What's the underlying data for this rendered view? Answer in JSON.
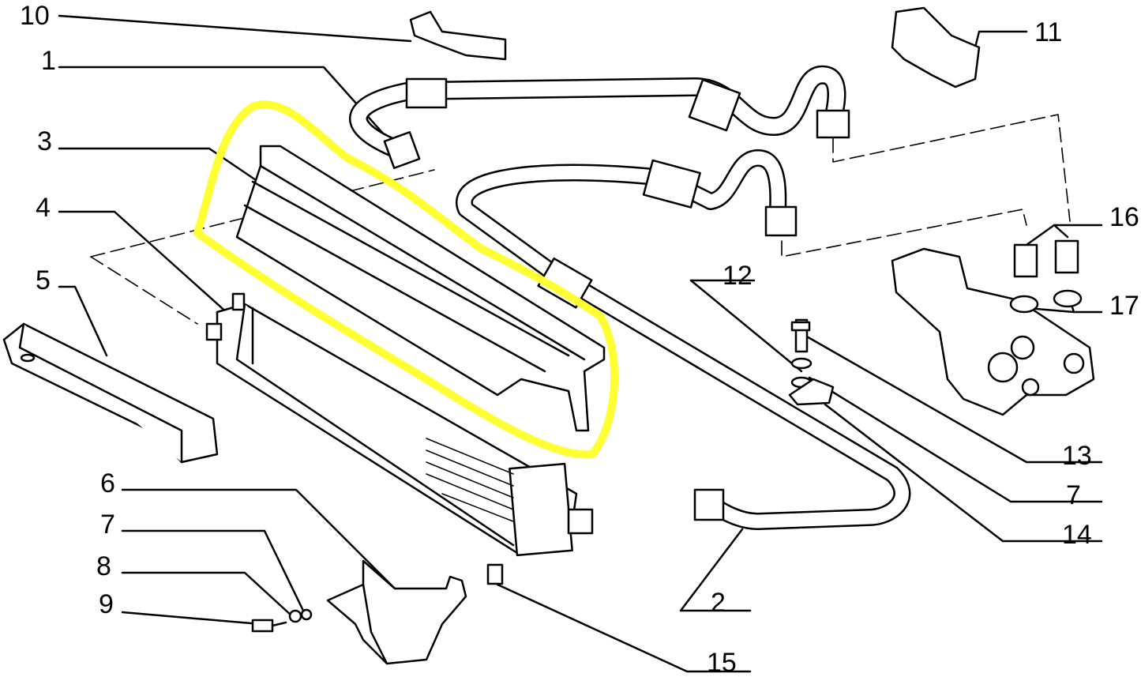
{
  "diagram": {
    "highlight_color": "#ffff33",
    "line_color": "#000000",
    "labels": [
      {
        "id": "10",
        "text": "10"
      },
      {
        "id": "1",
        "text": "1"
      },
      {
        "id": "3",
        "text": "3"
      },
      {
        "id": "4",
        "text": "4"
      },
      {
        "id": "5",
        "text": "5"
      },
      {
        "id": "6",
        "text": "6"
      },
      {
        "id": "7a",
        "text": "7"
      },
      {
        "id": "8",
        "text": "8"
      },
      {
        "id": "9",
        "text": "9"
      },
      {
        "id": "11",
        "text": "11"
      },
      {
        "id": "16",
        "text": "16"
      },
      {
        "id": "17",
        "text": "17"
      },
      {
        "id": "12",
        "text": "12"
      },
      {
        "id": "13",
        "text": "13"
      },
      {
        "id": "7b",
        "text": "7"
      },
      {
        "id": "14",
        "text": "14"
      },
      {
        "id": "2",
        "text": "2"
      },
      {
        "id": "15",
        "text": "15"
      }
    ]
  }
}
